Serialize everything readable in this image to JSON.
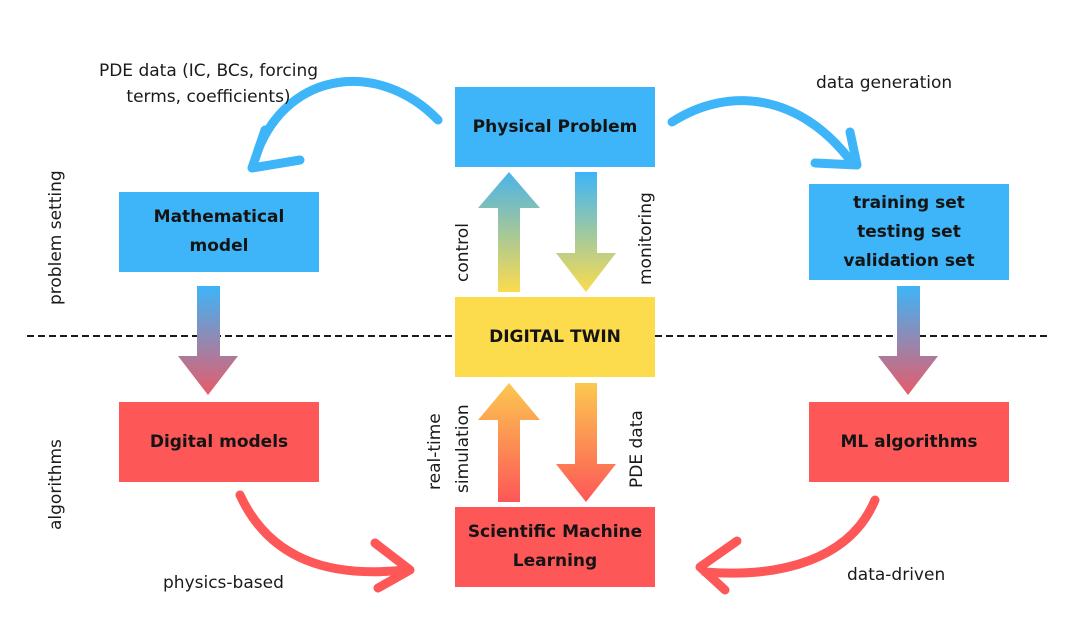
{
  "diagram": {
    "nodes": {
      "physical_problem": "Physical Problem",
      "mathematical_model": "Mathematical\nmodel",
      "data_sets": "training set\ntesting set\nvalidation set",
      "digital_twin": "DIGITAL TWIN",
      "digital_models": "Digital models",
      "ml_algorithms": "ML algorithms",
      "sciml": "Scientific Machine\nLearning"
    },
    "edge_labels": {
      "pde_data_inputs": "PDE data (IC, BCs, forcing\nterms, coefficients)",
      "data_generation": "data generation",
      "control": "control",
      "monitoring": "monitoring",
      "real_time": "real-time",
      "simulation": "simulation",
      "pde_data": "PDE data",
      "physics_based": "physics-based",
      "data_driven": "data-driven"
    },
    "section_labels": {
      "problem_setting": "problem setting",
      "algorithms": "algorithms"
    },
    "colors": {
      "blue": "#3db5f8",
      "yellow": "#fcdb4d",
      "red": "#fd5757"
    }
  }
}
